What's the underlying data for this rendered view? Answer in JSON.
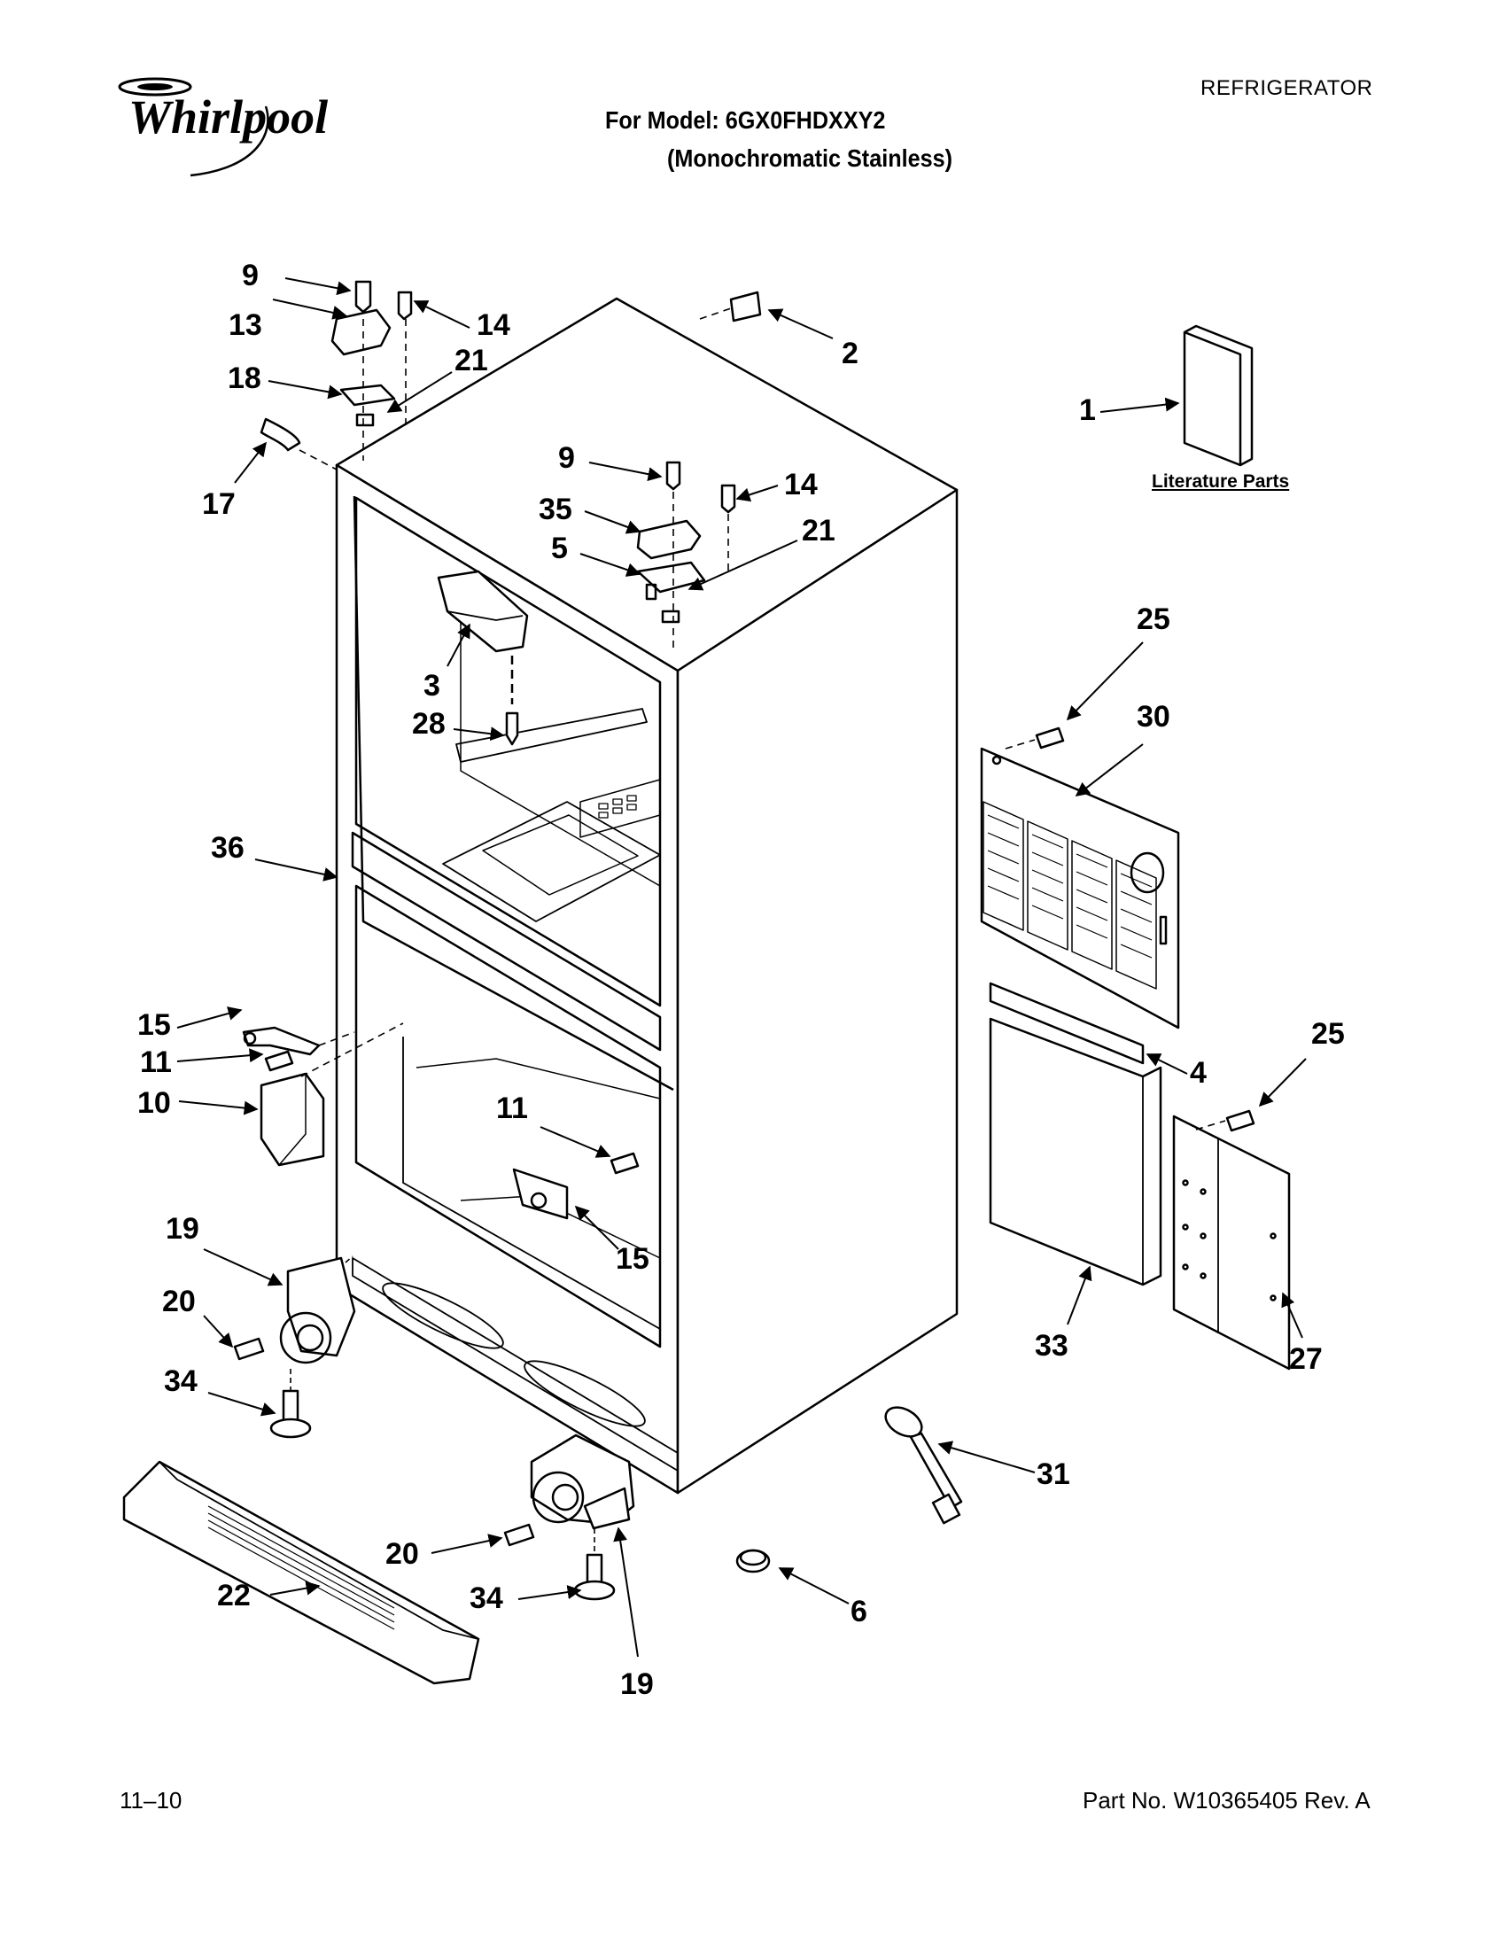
{
  "brand": "Whirlpool",
  "header": {
    "category": "REFRIGERATOR",
    "model_line": "For Model: 6GX0FHDXXY2",
    "variant_line": "(Monochromatic Stainless)"
  },
  "literature_label": "Literature Parts",
  "callouts": [
    "9",
    "13",
    "14",
    "18",
    "21",
    "17",
    "2",
    "1",
    "9",
    "14",
    "35",
    "21",
    "5",
    "3",
    "28",
    "25",
    "30",
    "36",
    "15",
    "11",
    "10",
    "11",
    "15",
    "4",
    "25",
    "19",
    "20",
    "34",
    "33",
    "27",
    "31",
    "22",
    "20",
    "34",
    "6",
    "19"
  ],
  "footer": {
    "date": "11–10",
    "part_number": "Part No. W10365405 Rev. A"
  }
}
